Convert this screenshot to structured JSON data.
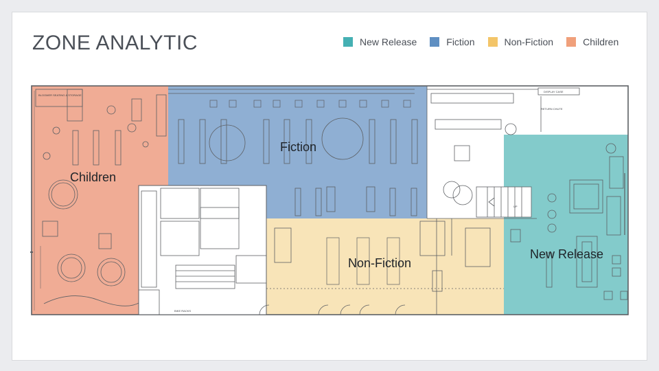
{
  "header": {
    "title": "ZONE ANALYTIC"
  },
  "legend": [
    {
      "label": "New Release",
      "color": "#45b0b3"
    },
    {
      "label": "Fiction",
      "color": "#5f8fc2"
    },
    {
      "label": "Non-Fiction",
      "color": "#f3c569"
    },
    {
      "label": "Children",
      "color": "#f0a07b"
    }
  ],
  "zones": {
    "children": {
      "label": "Children",
      "color": "#eea38a"
    },
    "fiction": {
      "label": "Fiction",
      "color": "#7ba1cb"
    },
    "non_fiction": {
      "label": "Non-Fiction",
      "color": "#f8e3b4"
    },
    "new_release": {
      "label": "New Release",
      "color": "#7cc8c8"
    }
  },
  "plan_notes": {
    "storage": "BLOOMER SEATING & STORAGE",
    "display_case": "DISPLAY CASE",
    "return_chute": "RETURN CHUTE",
    "bike_racks": "BIKE RACKS",
    "up": "UP"
  }
}
